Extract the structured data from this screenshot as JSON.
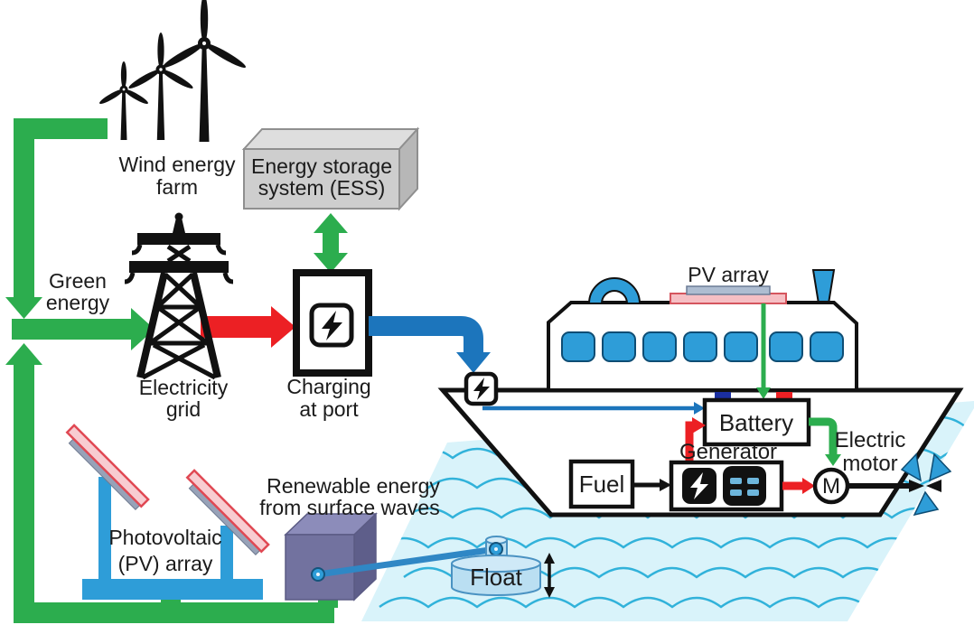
{
  "labels": {
    "wind_farm": [
      "Wind energy",
      "farm"
    ],
    "green_energy": [
      "Green",
      "energy"
    ],
    "electricity_grid": [
      "Electricity",
      "grid"
    ],
    "ess": [
      "Energy storage",
      "system (ESS)"
    ],
    "charging_at_port": [
      "Charging",
      "at port"
    ],
    "pv_ground": [
      "Photovoltaic",
      "(PV) array"
    ],
    "wave_energy": [
      "Renewable energy",
      "from surface waves"
    ],
    "float": "Float",
    "pv_ship": "PV array",
    "battery": "Battery",
    "generator": "Generator",
    "fuel": "Fuel",
    "electric_motor": [
      "Electric",
      "motor"
    ],
    "motor_symbol": "M"
  },
  "icons": {
    "charging_station": "lightning-bolt-icon",
    "port_connector": "lightning-bolt-icon",
    "generator_power": "lightning-bolt-icon",
    "generator_engine": "engine-block-icon",
    "wind_turbines": "wind-turbine-icon",
    "transmission_tower": "electricity-pylon-icon",
    "propeller": "propeller-icon"
  },
  "colors": {
    "green_flow": "#2cad4e",
    "red_flow": "#ec2024",
    "blue_flow": "#1c75bc",
    "ship_blue": "#2e9dd8",
    "wave_stroke": "#31b2da",
    "wave_fill": "#d9f3fa",
    "purple_box": "#72729f",
    "ess_gray": "#cecece",
    "panel_pink": "#f8ccd1",
    "float_blue": "#badff2",
    "outline_black": "#111111"
  },
  "flows": [
    {
      "from": "wind-energy-farm",
      "to": "green-energy-junction",
      "color": "green"
    },
    {
      "from": "pv-array-and-wave-energy",
      "to": "green-energy-junction",
      "color": "green"
    },
    {
      "from": "green-energy-junction",
      "to": "electricity-grid",
      "color": "green"
    },
    {
      "from": "electricity-grid",
      "to": "charging-at-port",
      "color": "red"
    },
    {
      "from": "charging-at-port",
      "to": "energy-storage-system",
      "color": "green",
      "bidirectional": true
    },
    {
      "from": "charging-at-port",
      "to": "ship-port-connector",
      "color": "blue"
    },
    {
      "from": "ship-port-connector",
      "to": "battery",
      "color": "blue"
    },
    {
      "from": "ship-pv-array",
      "to": "battery",
      "color": "green"
    },
    {
      "from": "fuel",
      "to": "generator",
      "color": "black"
    },
    {
      "from": "generator",
      "to": "battery",
      "color": "red"
    },
    {
      "from": "generator",
      "to": "electric-motor",
      "color": "red"
    },
    {
      "from": "battery",
      "to": "electric-motor",
      "color": "green"
    },
    {
      "from": "electric-motor",
      "to": "propeller",
      "color": "black"
    },
    {
      "from": "wave-float",
      "to": "shore-converter",
      "color": "blue-arm"
    }
  ]
}
